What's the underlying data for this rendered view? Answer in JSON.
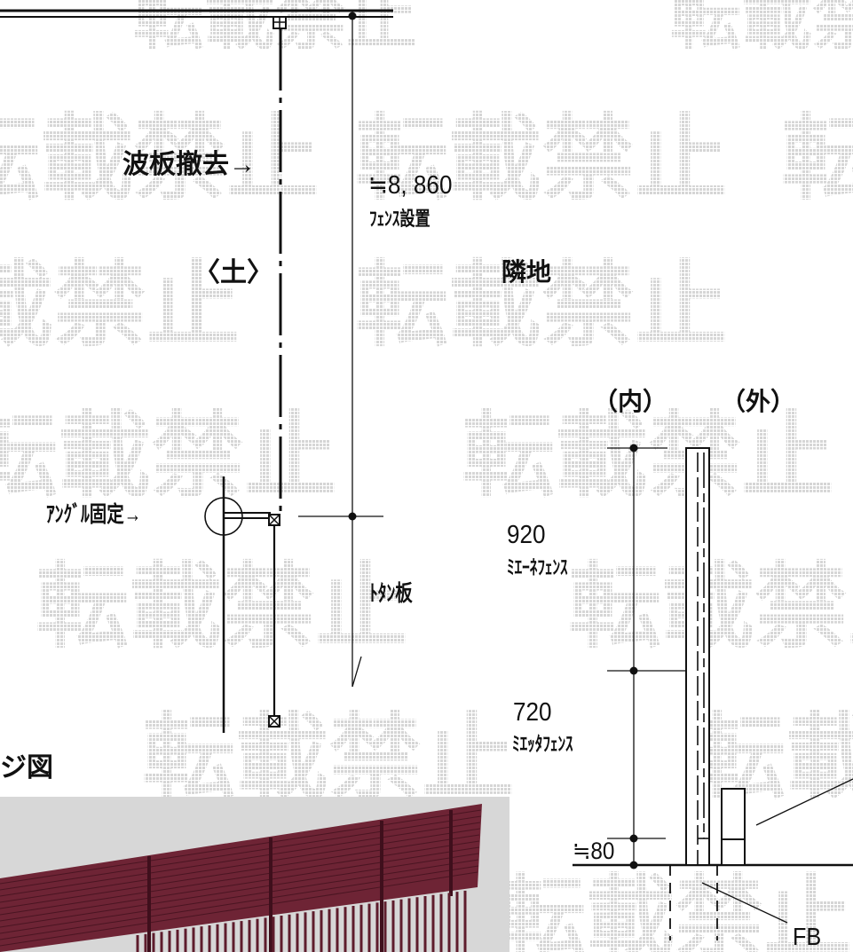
{
  "watermark": {
    "text": "転載禁止",
    "color": "#dcdcdc"
  },
  "plan": {
    "namiita_label": "波板撤去→",
    "length_label": "≒8, 860",
    "fence_install_label": "ﾌｪﾝｽ設置",
    "tsuchi_label": "〈土〉",
    "rinchi_label": "隣地",
    "angle_label": "ｱﾝｸﾞﾙ固定→",
    "totan_label": "ﾄﾀﾝ板",
    "image_caption": "ジ図"
  },
  "section": {
    "inside_label": "（内）",
    "outside_label": "（外）",
    "upper_height": "920",
    "upper_name": "ﾐｴｰﾈﾌｪﾝｽ",
    "lower_height": "720",
    "lower_name": "ﾐｴｯﾀﾌｪﾝｽ",
    "base_height": "≒80",
    "fb_label": "FB"
  },
  "photo": {
    "background": "#d7d7d7",
    "fence_color": "#6e2435",
    "fence_dark": "#4a1522"
  }
}
